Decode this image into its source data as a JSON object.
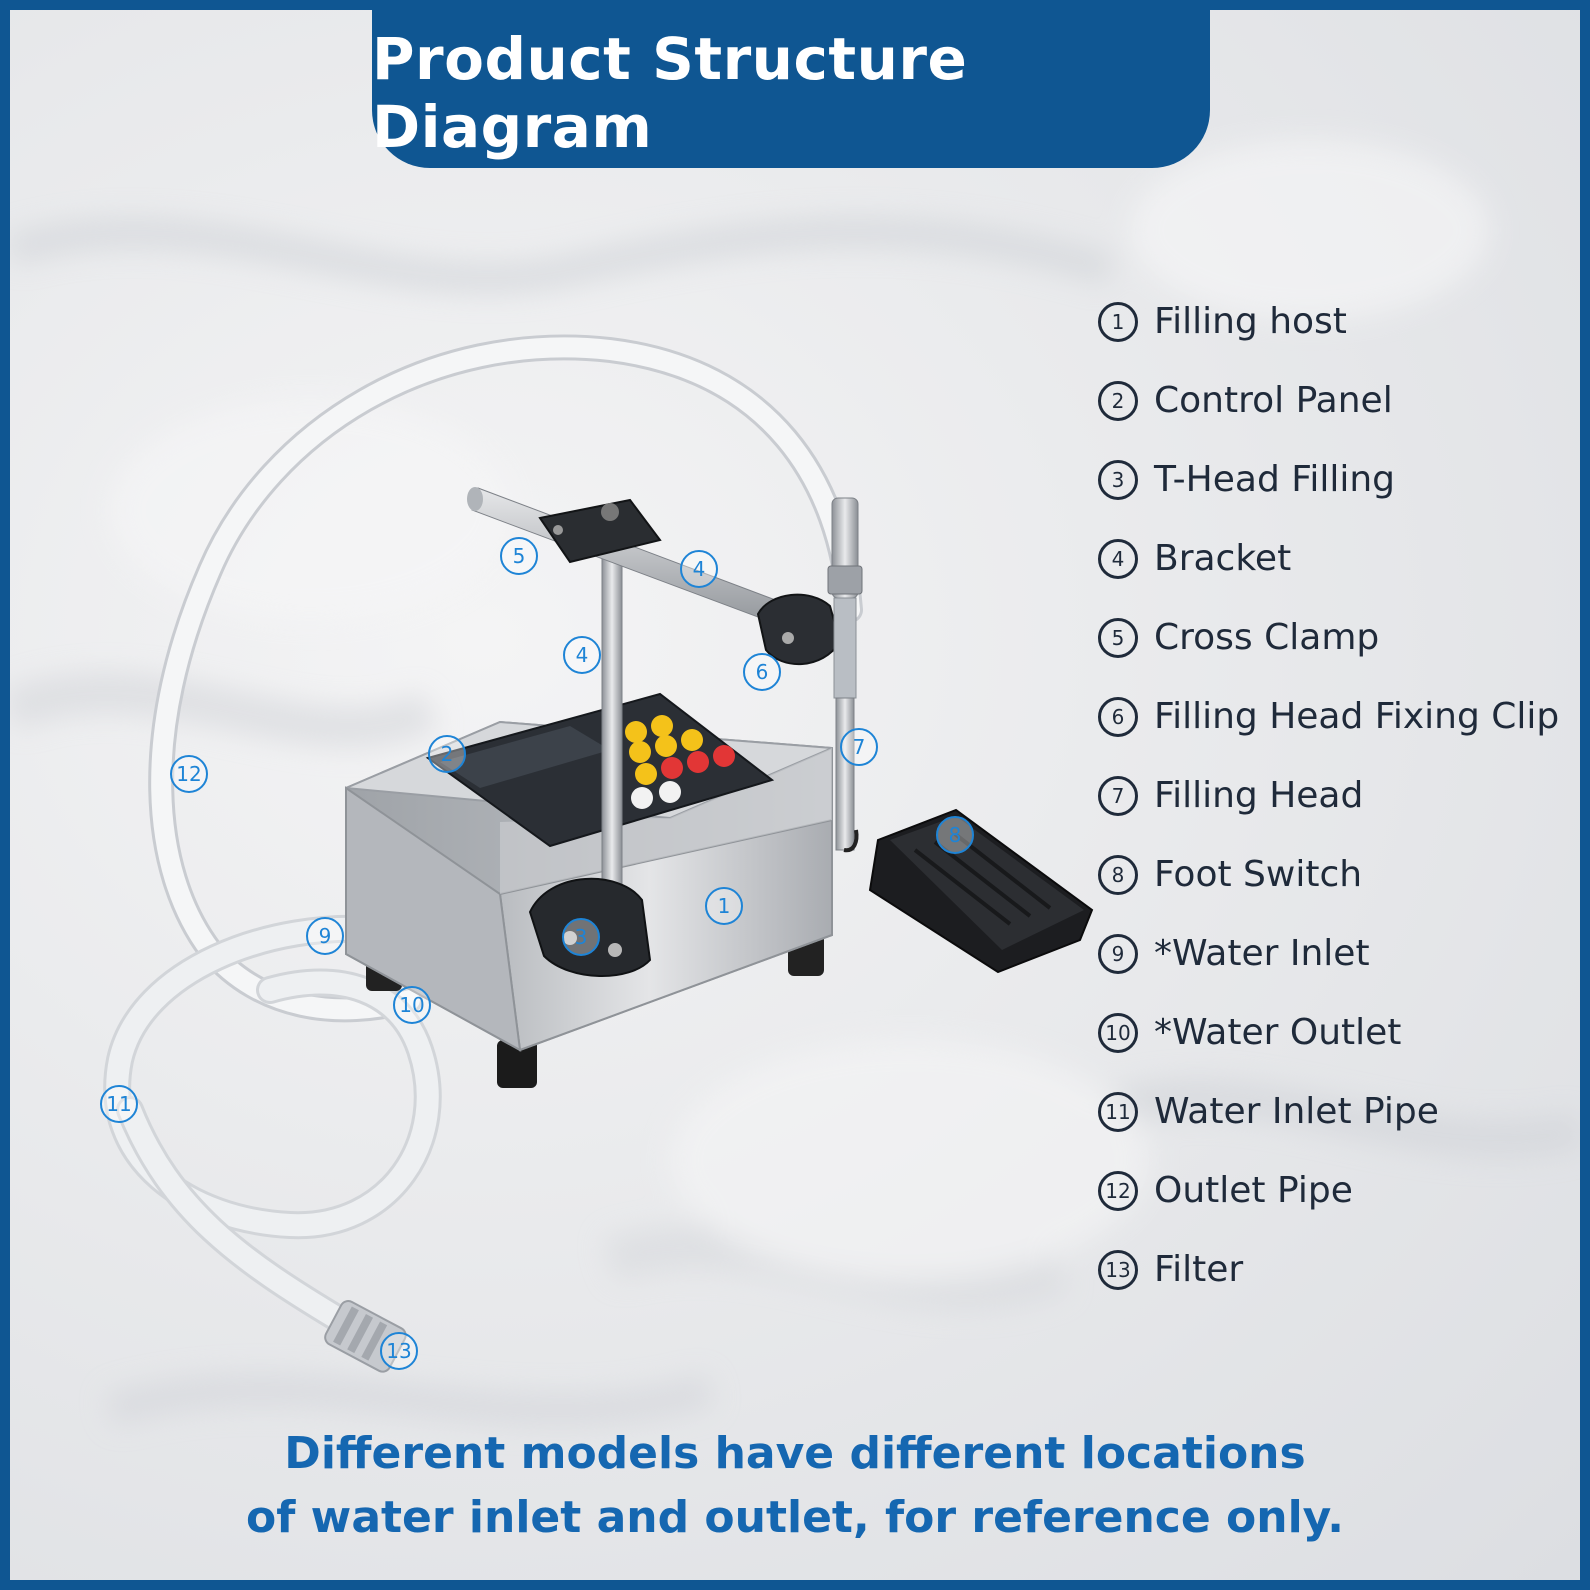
{
  "title": "Product Structure Diagram",
  "legend": [
    {
      "num": "1",
      "label": "Filling host"
    },
    {
      "num": "2",
      "label": "Control Panel"
    },
    {
      "num": "3",
      "label": "T-Head Filling"
    },
    {
      "num": "4",
      "label": "Bracket"
    },
    {
      "num": "5",
      "label": "Cross Clamp"
    },
    {
      "num": "6",
      "label": "Filling Head Fixing Clip"
    },
    {
      "num": "7",
      "label": "Filling Head"
    },
    {
      "num": "8",
      "label": "Foot Switch"
    },
    {
      "num": "9",
      "label": "*Water Inlet"
    },
    {
      "num": "10",
      "label": "*Water Outlet"
    },
    {
      "num": "11",
      "label": "Water Inlet Pipe"
    },
    {
      "num": "12",
      "label": "Outlet Pipe"
    },
    {
      "num": "13",
      "label": "Filter"
    }
  ],
  "callouts": [
    "5",
    "4",
    "4",
    "6",
    "2",
    "7",
    "8",
    "12",
    "1",
    "9",
    "3",
    "10",
    "11",
    "13"
  ],
  "footer": {
    "line1": "Different models have different locations",
    "line2": "of water inlet and outlet, for reference only."
  },
  "colors": {
    "brand_blue": "#0f5692",
    "callout_blue": "#1e84d6",
    "footer_blue": "#1567b1",
    "legend_text": "#1f2a3a"
  }
}
